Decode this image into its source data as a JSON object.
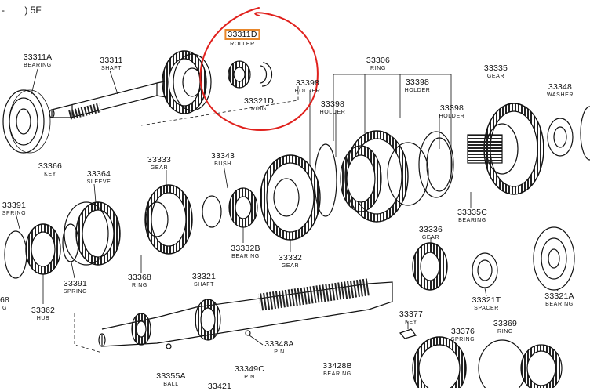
{
  "header": {
    "left": "-",
    "right": ") 5F"
  },
  "highlight": {
    "color": "#e8862a",
    "circle_color": "#e0201c"
  },
  "labels": {
    "p33311A": {
      "num": "33311A",
      "name": "BEARING"
    },
    "p33311": {
      "num": "33311",
      "name": "SHAFT"
    },
    "p33311D": {
      "num": "33311D",
      "name": "ROLLER"
    },
    "p33321D": {
      "num": "33321D",
      "name": "RING"
    },
    "p33306": {
      "num": "33306",
      "name": "RING"
    },
    "p33335": {
      "num": "33335",
      "name": "GEAR"
    },
    "p33348": {
      "num": "33348",
      "name": "WASHER"
    },
    "p33398a": {
      "num": "33398",
      "name": "HOLDER"
    },
    "p33398b": {
      "num": "33398",
      "name": "HOLDER"
    },
    "p33398c": {
      "num": "33398",
      "name": "HOLDER"
    },
    "p33398d": {
      "num": "33398",
      "name": "HOLDER"
    },
    "p33366": {
      "num": "33366",
      "name": "KEY"
    },
    "p33364": {
      "num": "33364",
      "name": "SLEEVE"
    },
    "p33333": {
      "num": "33333",
      "name": "GEAR"
    },
    "p33343": {
      "num": "33343",
      "name": "BUSH"
    },
    "p33391a": {
      "num": "33391",
      "name": "SPRING"
    },
    "p33391b": {
      "num": "33391",
      "name": "SPRING"
    },
    "p33362": {
      "num": "33362",
      "name": "HUB"
    },
    "p33368": {
      "num": "33368",
      "name": "RING"
    },
    "p33368b": {
      "num": "68",
      "name": "G"
    },
    "p33332B": {
      "num": "33332B",
      "name": "BEARING"
    },
    "p33332": {
      "num": "33332",
      "name": "GEAR"
    },
    "p33336": {
      "num": "33336",
      "name": "GEAR"
    },
    "p33335C": {
      "num": "33335C",
      "name": "BEARING"
    },
    "p33321T": {
      "num": "33321T",
      "name": "SPACER"
    },
    "p33321A": {
      "num": "33321A",
      "name": "BEARING"
    },
    "p33321": {
      "num": "33321",
      "name": "SHAFT"
    },
    "p33377": {
      "num": "33377",
      "name": "KEY"
    },
    "p33376": {
      "num": "33376",
      "name": "SPRING"
    },
    "p33369": {
      "num": "33369",
      "name": "RING"
    },
    "p33348A": {
      "num": "33348A",
      "name": "PIN"
    },
    "p33355A": {
      "num": "33355A",
      "name": "BALL"
    },
    "p33349C": {
      "num": "33349C",
      "name": "PIN"
    },
    "p33428B": {
      "num": "33428B",
      "name": "BEARING"
    },
    "p33421": {
      "num": "33421",
      "name": ""
    }
  }
}
